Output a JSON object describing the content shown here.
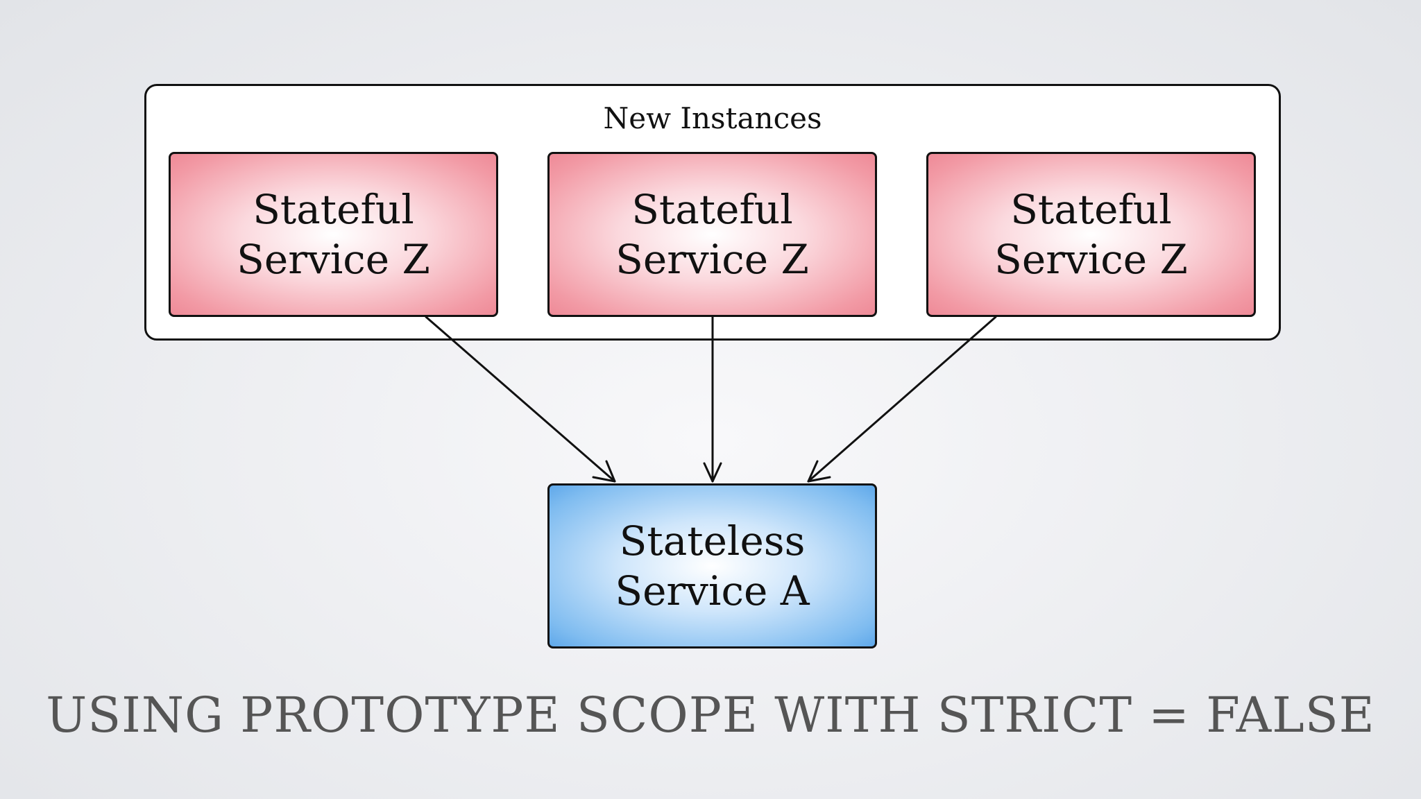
{
  "diagram": {
    "container": {
      "label": "New Instances"
    },
    "stateful_nodes": [
      {
        "line1": "Stateful",
        "line2": "Service Z"
      },
      {
        "line1": "Stateful",
        "line2": "Service Z"
      },
      {
        "line1": "Stateful",
        "line2": "Service Z"
      }
    ],
    "stateless_node": {
      "line1": "Stateless",
      "line2": "Service A"
    },
    "colors": {
      "stateful_fill": "#f29aa5",
      "stateless_fill": "#7fbcf0",
      "border": "#111111",
      "caption_text": "#555555"
    }
  },
  "caption": "USING PROTOTYPE SCOPE WITH STRICT = FALSE"
}
